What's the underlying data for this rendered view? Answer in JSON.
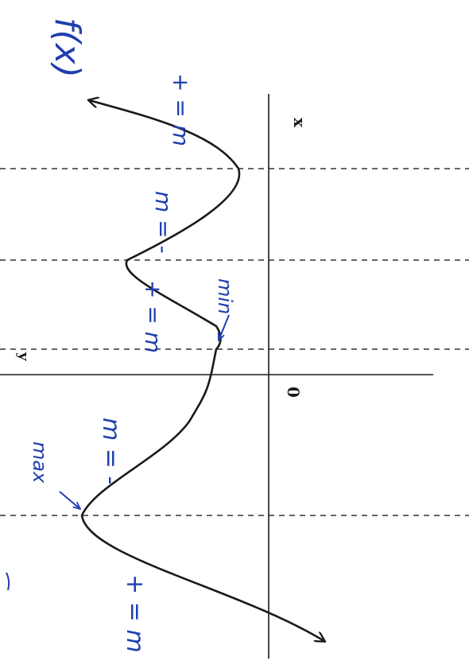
{
  "colors": {
    "ink": "#1a1a1a",
    "pen": "#1f3fb0",
    "dash": "#333333"
  },
  "axes": {
    "x_label": "x",
    "y_label": "y",
    "origin_label": "0"
  },
  "annotations": {
    "function_label": "f(x)",
    "max_label": "max",
    "min_label": "min",
    "slope_pos_top": "+ = m",
    "slope_neg_upper": "m = -",
    "slope_pos_mid": "+ = m",
    "slope_neg_lower": "m = -",
    "slope_pos_bottom": "+ = m"
  }
}
